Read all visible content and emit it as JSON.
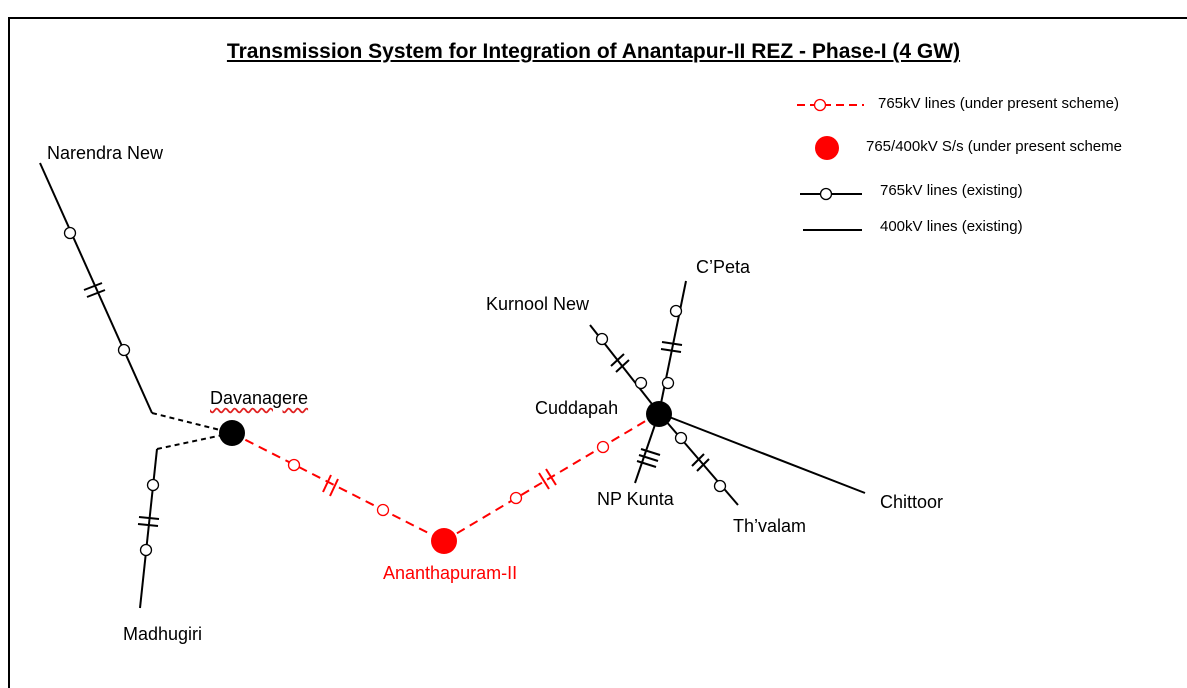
{
  "title": "Transmission System for Integration of Anantapur-II REZ - Phase-I (4 GW)",
  "legend": {
    "new_765_lines": "765kV lines (under present scheme)",
    "new_substation": "765/400kV S/s (under present scheme",
    "existing_765_lines": "765kV lines (existing)",
    "existing_400_lines": "400kV lines (existing)"
  },
  "nodes": {
    "narendra_new": "Narendra New",
    "davanagere": "Davanagere",
    "madhugiri": "Madhugiri",
    "ananthapuram_ii": "Ananthapuram-II",
    "cuddapah": "Cuddapah",
    "kurnool_new": "Kurnool New",
    "cpeta": "C’Peta",
    "np_kunta": "NP Kunta",
    "thvalam": "Th’valam",
    "chittoor": "Chittoor"
  },
  "colors": {
    "new": "#ff0000",
    "existing": "#000000"
  }
}
